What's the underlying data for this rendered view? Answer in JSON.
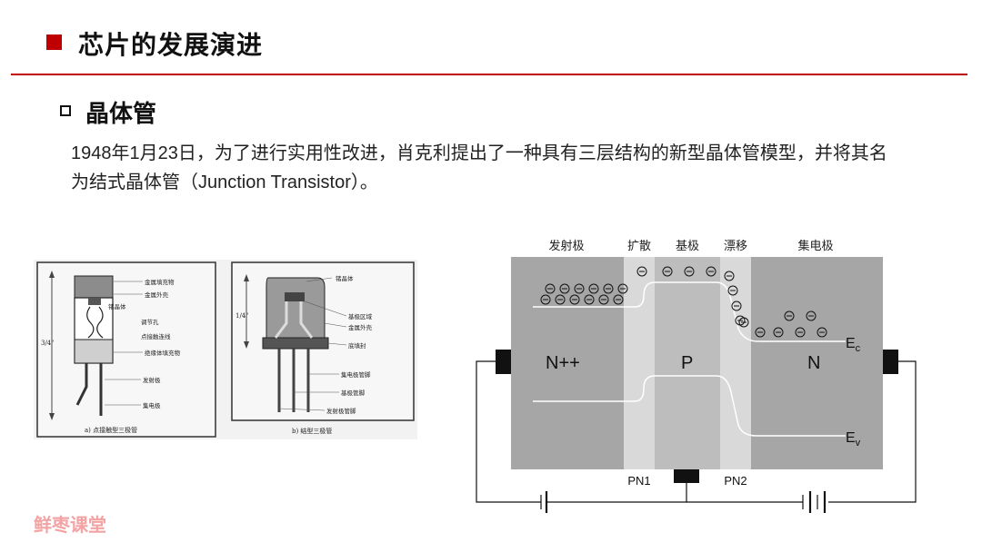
{
  "header": {
    "title": "芯片的发展演进"
  },
  "section": {
    "title": "晶体管"
  },
  "body": {
    "line1": "1948年1月23日，为了进行实用性改进，肖克利提出了一种具有三层结构的新型晶体管模型，并将其名",
    "line2": "为结式晶体管（Junction Transistor）。"
  },
  "figure_left": {
    "a": {
      "labels": [
        "金属填充物",
        "金属外壳",
        "锗晶体",
        "调节孔",
        "点接触连线",
        "绝缘体填充物",
        "发射极",
        "集电极"
      ],
      "size_label": "3/4\"",
      "caption": "a) 点接触型三极管"
    },
    "b": {
      "labels": [
        "锗晶体",
        "基极区域",
        "金属外壳",
        "底填封",
        "集电极管脚",
        "基极管脚",
        "发射极管脚"
      ],
      "size_label": "1/4\"",
      "caption": "b) 结型三极管"
    }
  },
  "diagram": {
    "top_labels": [
      "发射极",
      "扩散",
      "基极",
      "漂移",
      "集电极"
    ],
    "regions": [
      "N++",
      "P",
      "N"
    ],
    "band_labels": {
      "ec_main": "E",
      "ec_sub": "c",
      "ev_main": "E",
      "ev_sub": "v"
    },
    "junctions": [
      "PN1",
      "PN2"
    ],
    "electron_symbol": "⊖"
  },
  "watermark": "鲜枣课堂",
  "colors": {
    "accent": "#c00000",
    "emitter": "#a6a6a6",
    "base": "#bdbdbd",
    "junction": "#d9d9d9"
  }
}
